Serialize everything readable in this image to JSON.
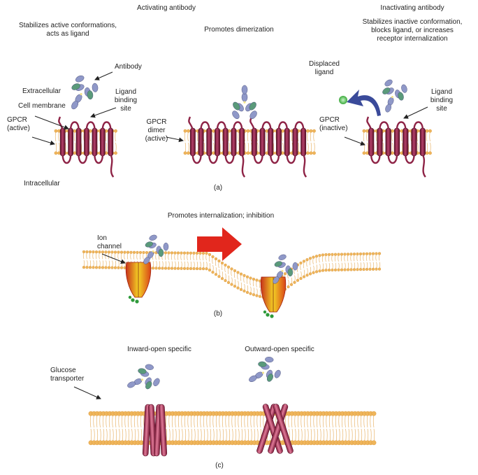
{
  "panel_a": {
    "activating_title": "Activating antibody",
    "inactivating_title": "Inactivating antibody",
    "left_caption": [
      "Stabilizes active conformations,",
      "acts as ligand"
    ],
    "middle_caption": "Promotes dimerization",
    "right_caption": [
      "Stabilizes inactive conformation,",
      "blocks ligand, or increases",
      "receptor internalization"
    ],
    "antibody_label": "Antibody",
    "extracellular_label": "Extracellular",
    "cell_membrane_label": "Cell membrane",
    "ligand_binding_site_label": [
      "Ligand",
      "binding",
      "site"
    ],
    "gpcr_active_label": [
      "GPCR",
      "(active)"
    ],
    "intracellular_label": "Intracellular",
    "gpcr_dimer_label": [
      "GPCR",
      "dimer",
      "(active)"
    ],
    "displaced_ligand_label": [
      "Displaced",
      "ligand"
    ],
    "gpcr_inactive_label": [
      "GPCR",
      "(inactive)"
    ],
    "panel_letter": "(a)"
  },
  "panel_b": {
    "title": "Promotes internalization; inhibition",
    "ion_channel_label": [
      "Ion",
      "channel"
    ],
    "panel_letter": "(b)"
  },
  "panel_c": {
    "inward_title": "Inward-open specific",
    "outward_title": "Outward-open specific",
    "glucose_transporter_label": [
      "Glucose",
      "transporter"
    ],
    "panel_letter": "(c)"
  },
  "colors": {
    "gpcr": "#8e2346",
    "membrane_head": "#efb55a",
    "antibody_heavy": "#8f98c8",
    "antibody_light": "#5a9a7a",
    "ligand": "#6cd06c",
    "arrow_blue": "#3a4a9a",
    "arrow_red": "#e1261c",
    "channel_orange": "#e8541c",
    "channel_yellow": "#f3d024",
    "transporter": "#b03a5a"
  }
}
